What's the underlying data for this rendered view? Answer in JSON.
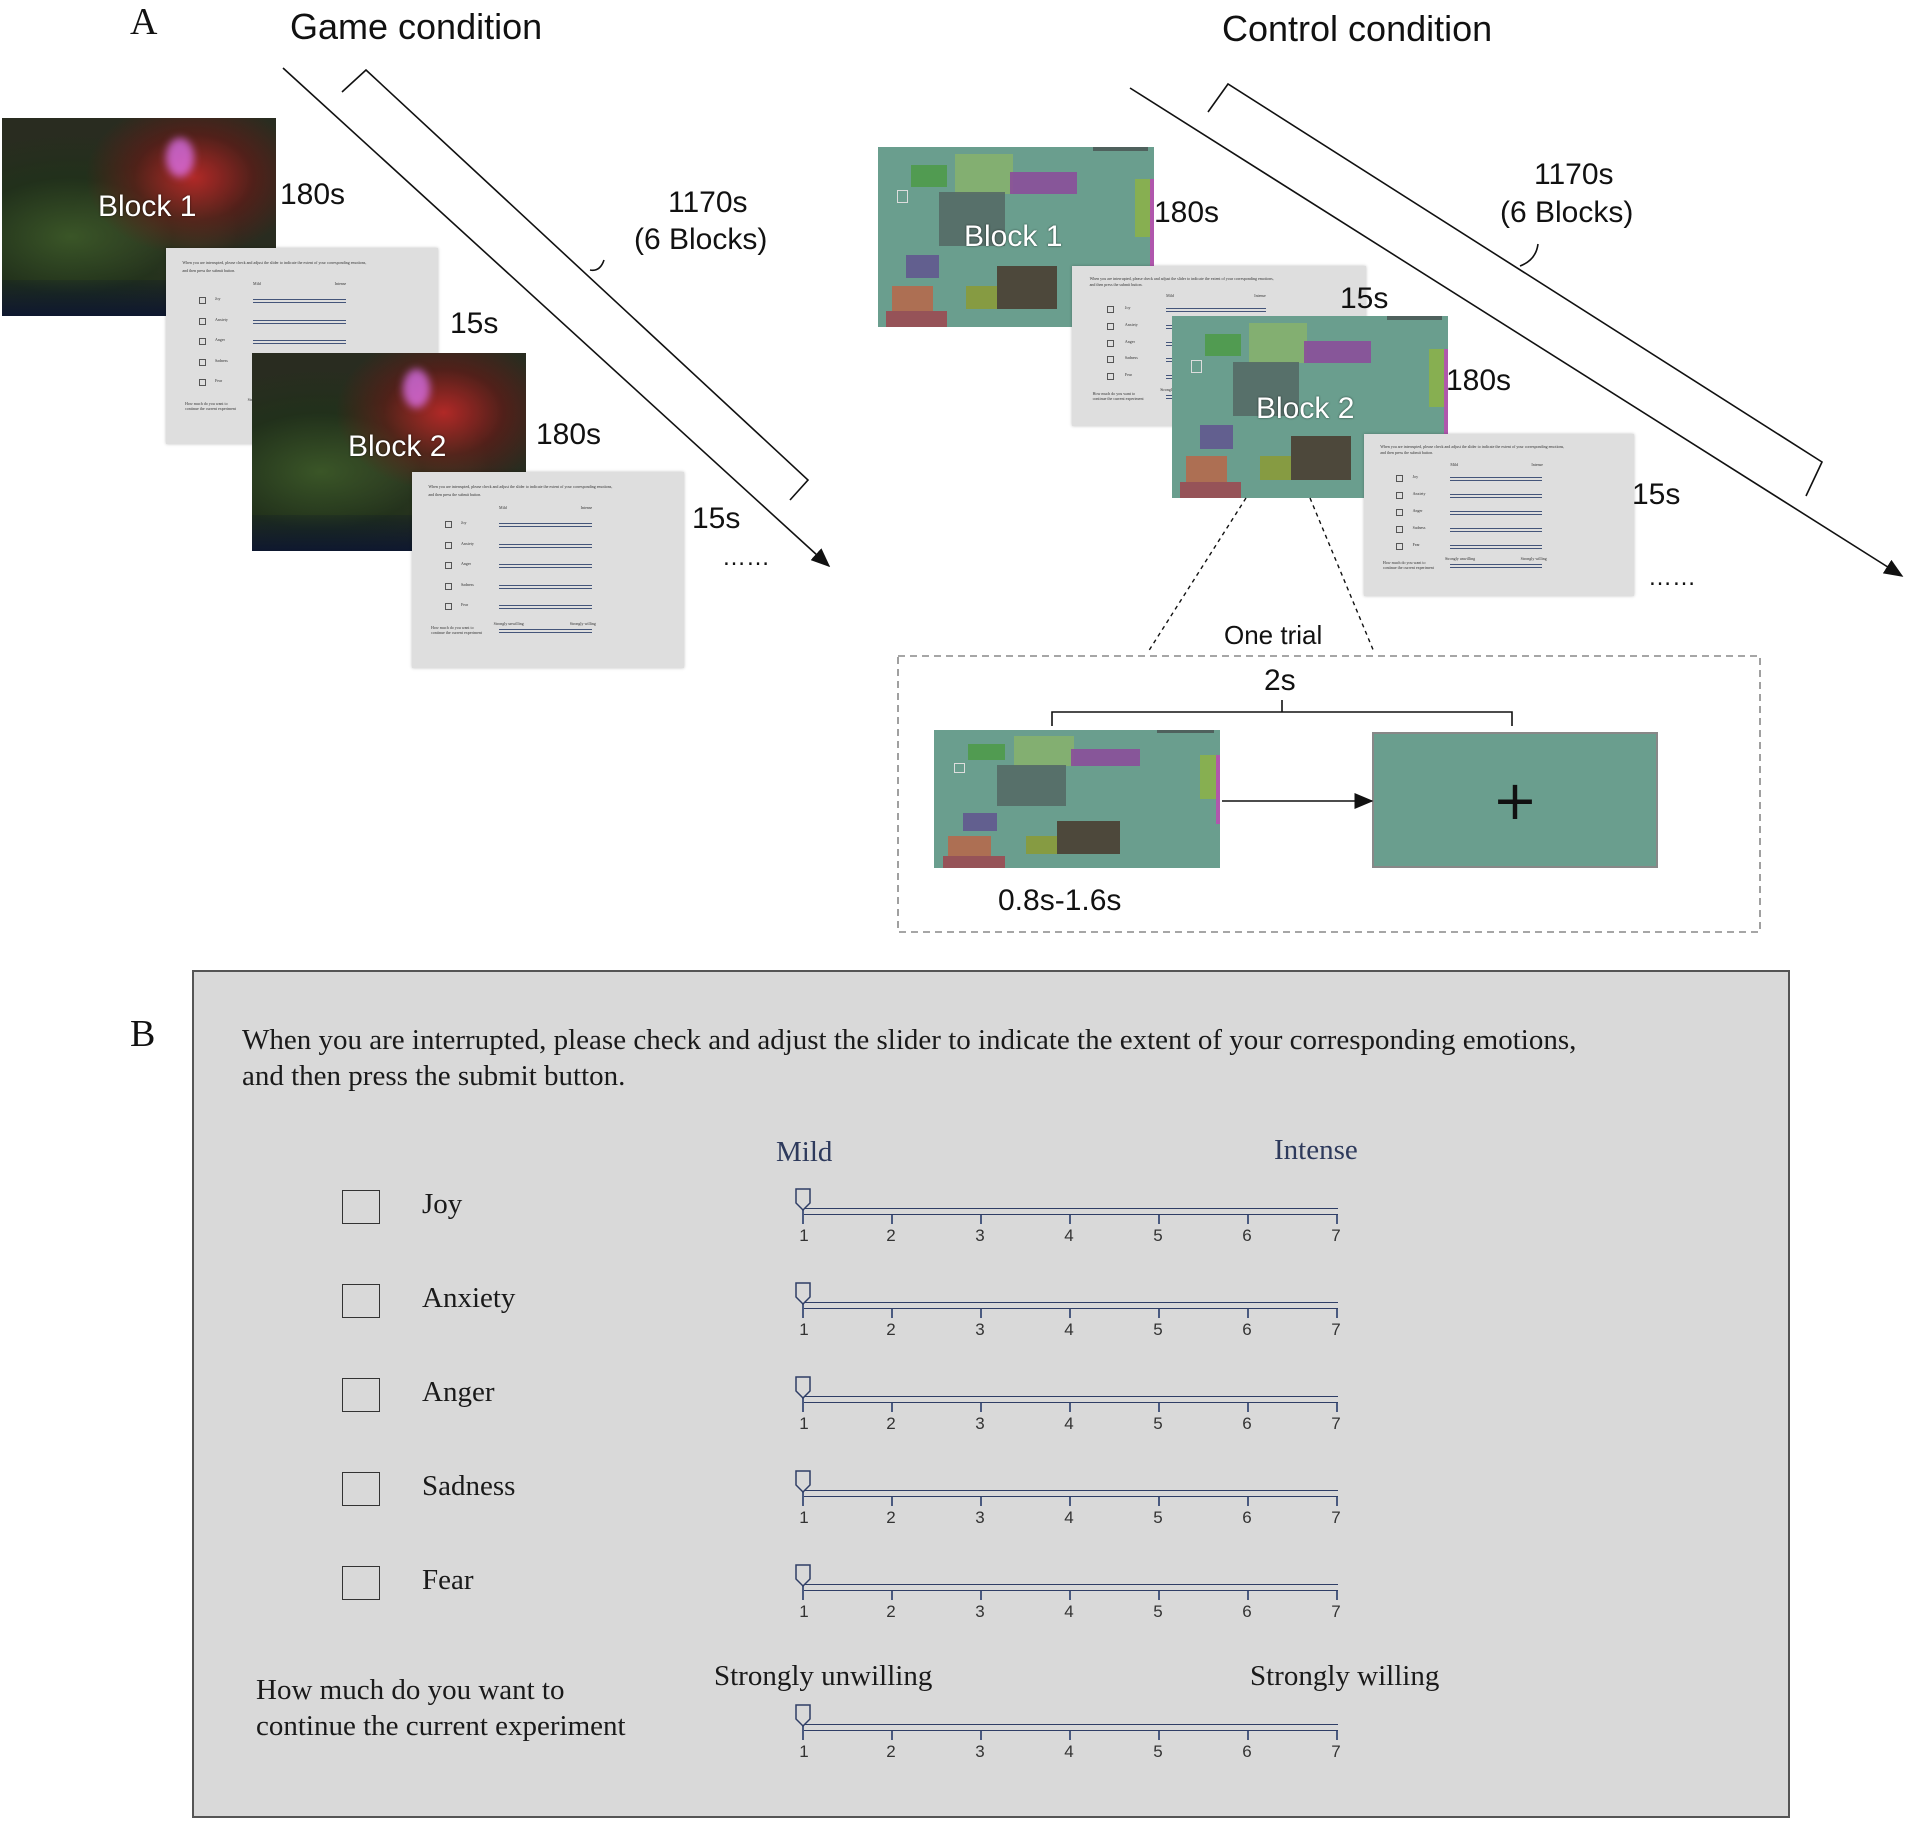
{
  "panel_a": {
    "letter": "A",
    "game": {
      "title": "Game condition",
      "block1_label": "Block 1",
      "block2_label": "Block 2",
      "block_duration": "180s",
      "rating_duration": "15s",
      "total_duration": "1170s",
      "total_blocks": "(6 Blocks)",
      "ellipsis": "……"
    },
    "control": {
      "title": "Control condition",
      "block1_label": "Block 1",
      "block2_label": "Block 2",
      "block_duration": "180s",
      "rating_duration": "15s",
      "total_duration": "1170s",
      "total_blocks": "(6 Blocks)",
      "ellipsis": "……",
      "trial_title": "One trial",
      "trial_duration": "2s",
      "stim_duration": "0.8s-1.6s",
      "fixation_symbol": "+"
    },
    "mini_questionnaire": {
      "instruction_l1": "When you are interrupted,  please check and adjust the slider to indicate the extent of your corresponding emotions,",
      "instruction_l2": "and then press the submit button.",
      "mild": "Mild",
      "intense": "Intense",
      "emotions": [
        "Joy",
        "Anxiety",
        "Anger",
        "Sadness",
        "Fear"
      ],
      "continue_l1": "How much do you want to",
      "continue_l2": "continue the current experiment",
      "unwilling": "Strongly unwilling",
      "willing": "Strongly willing"
    },
    "colors": {
      "teal_bg": "#6a9e8e",
      "rects": [
        "#4f9a4a",
        "#86b06e",
        "#8b4e9a",
        "#556a66",
        "#62588f",
        "#4d5a58",
        "#b5694c",
        "#8a9a3a",
        "#4a3e32",
        "#9b4a52",
        "#8bb04a",
        "#b84fb0"
      ]
    }
  },
  "panel_b": {
    "letter": "B",
    "instruction_l1": "When you are interrupted,   please check and adjust the slider to indicate the extent of your corresponding emotions,",
    "instruction_l2": "and then press the submit button.",
    "mild": "Mild",
    "intense": "Intense",
    "emotions": [
      {
        "label": "Joy",
        "value": 1
      },
      {
        "label": "Anxiety",
        "value": 1
      },
      {
        "label": "Anger",
        "value": 1
      },
      {
        "label": "Sadness",
        "value": 1
      },
      {
        "label": "Fear",
        "value": 1
      }
    ],
    "scale_numbers": [
      "1",
      "2",
      "3",
      "4",
      "5",
      "6",
      "7"
    ],
    "continue_l1": "How much do you want to",
    "continue_l2": "continue the current experiment",
    "unwilling": "Strongly unwilling",
    "willing": "Strongly willing",
    "continue_value": 1,
    "background": "#d9d9d9"
  }
}
